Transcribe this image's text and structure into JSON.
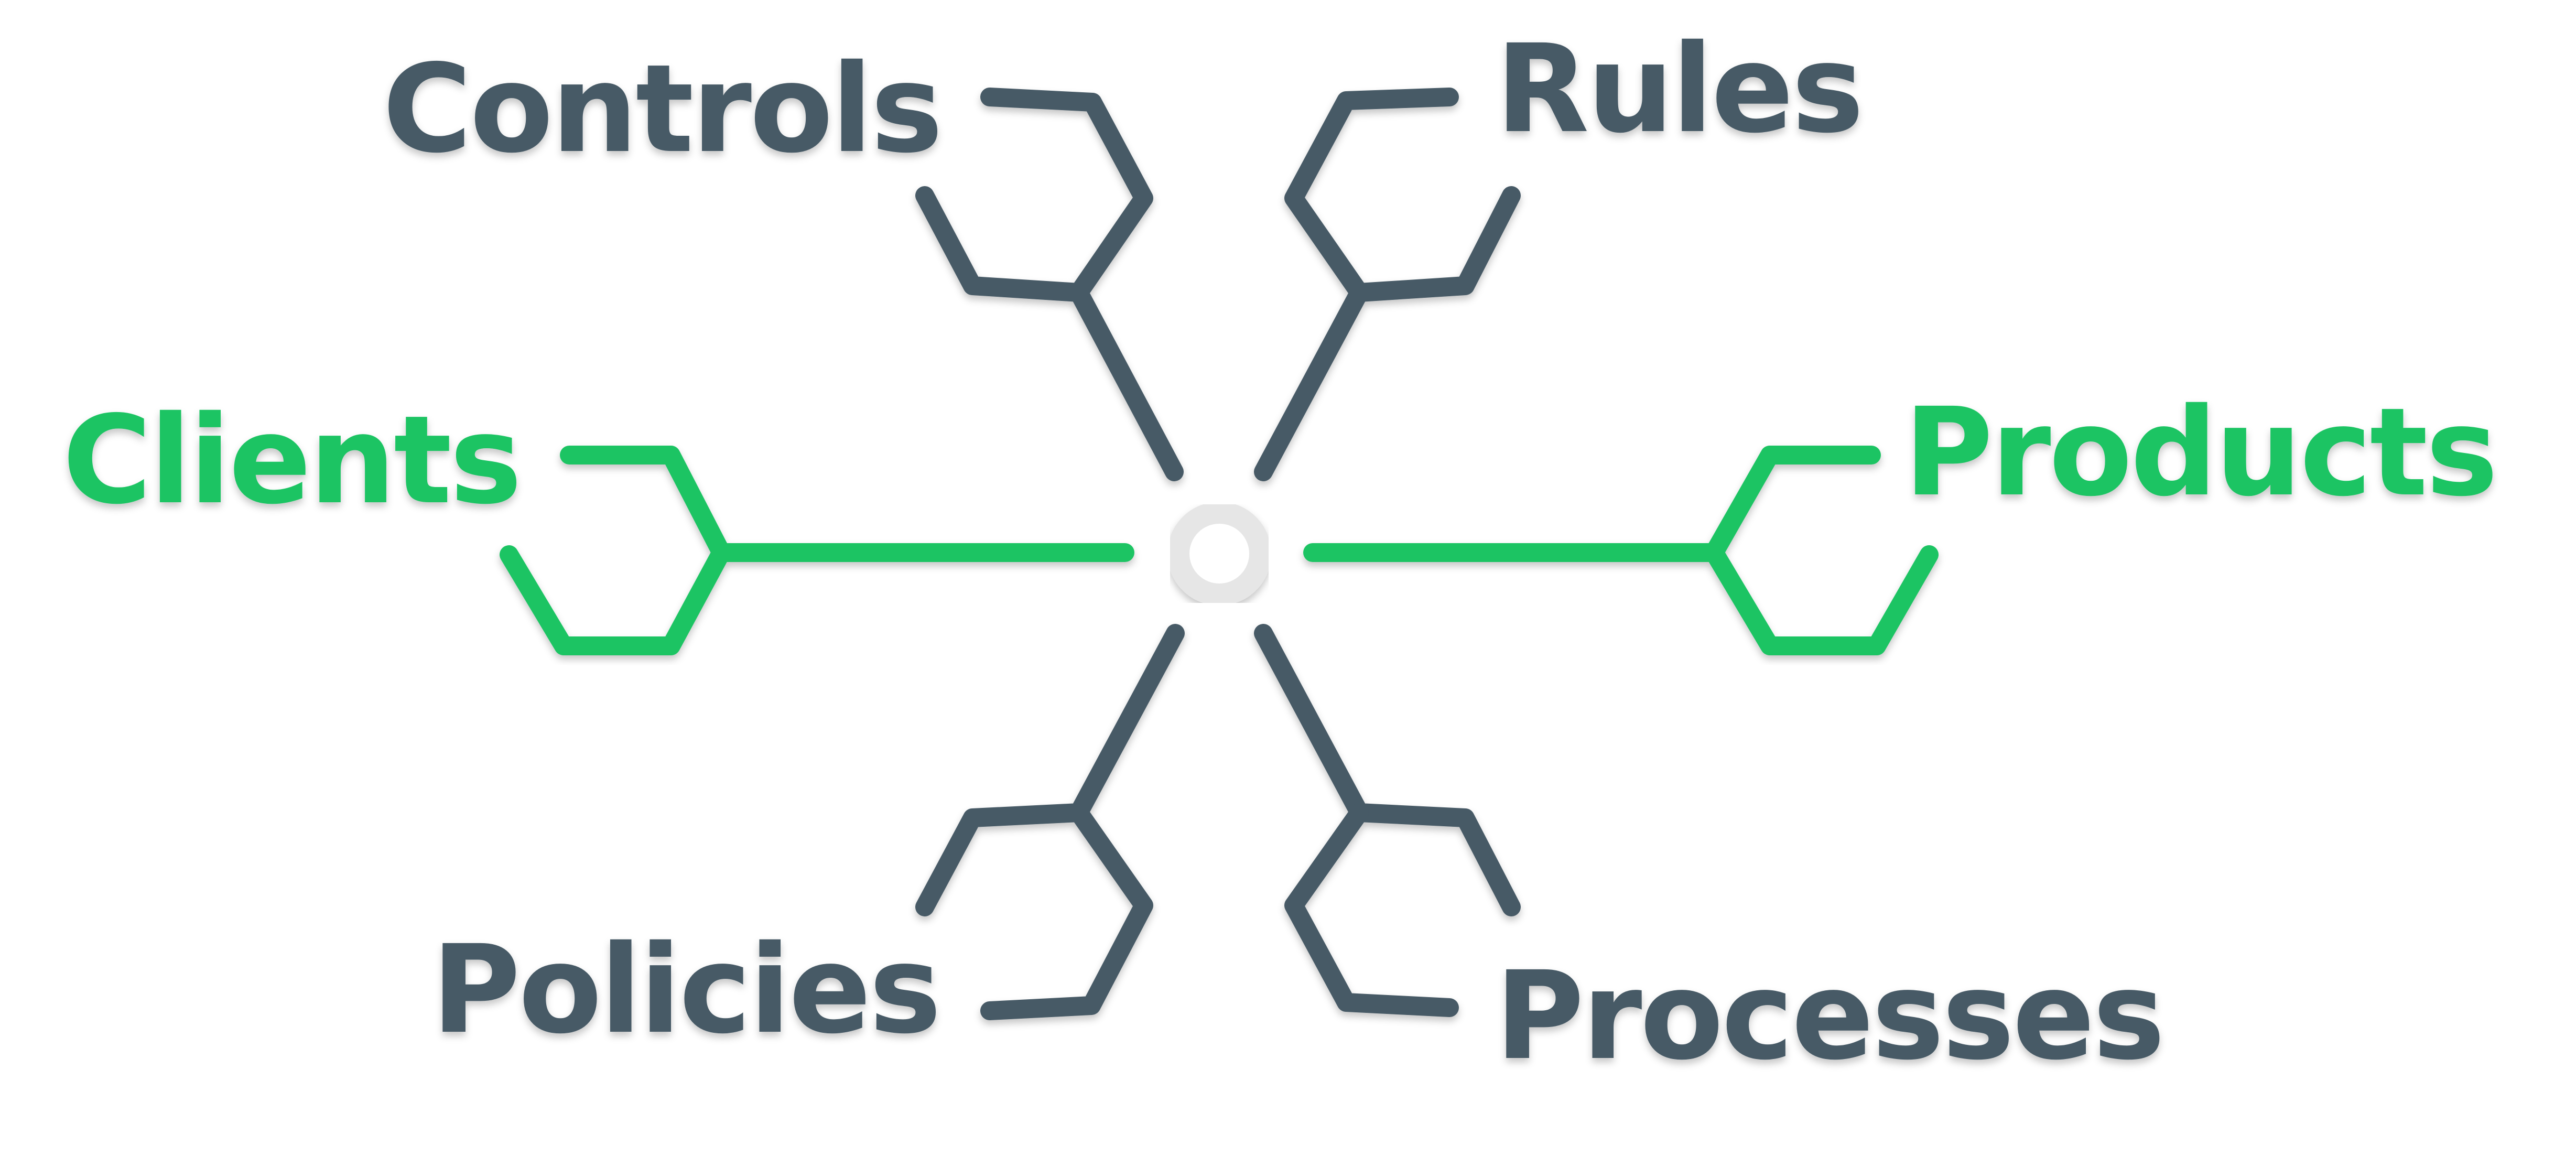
{
  "colors": {
    "dark": "#475a66",
    "accent": "#1cc463",
    "hub_stroke": "#e6e6e6",
    "hub_fill": "#ffffff",
    "background": "#ffffff"
  },
  "hub": {
    "icon": "ring-icon"
  },
  "nodes": {
    "controls": {
      "label": "Controls",
      "color": "dark"
    },
    "rules": {
      "label": "Rules",
      "color": "dark"
    },
    "clients": {
      "label": "Clients",
      "color": "accent"
    },
    "products": {
      "label": "Products",
      "color": "accent"
    },
    "policies": {
      "label": "Policies",
      "color": "dark"
    },
    "processes": {
      "label": "Processes",
      "color": "dark"
    }
  }
}
